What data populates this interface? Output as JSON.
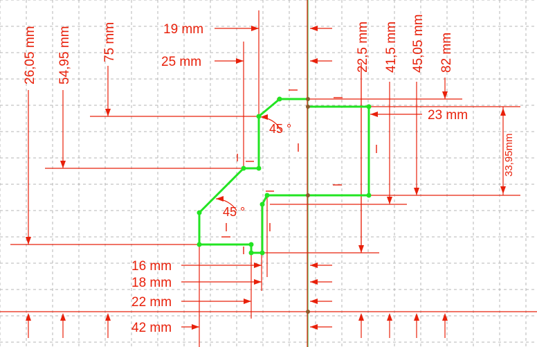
{
  "colors": {
    "dimension": "#e8200a",
    "sketch": "#22e422",
    "grid": "#b4b4b4",
    "axis": "#4ab34a",
    "background": "#ffffff",
    "origin": "#8b5a2b"
  },
  "left_labels": {
    "d19": "19 mm",
    "d25": "25 mm",
    "d16": "16 mm",
    "d18": "18 mm",
    "d22": "22 mm",
    "d42": "42 mm"
  },
  "vertical_labels": {
    "d26_05": "26,05 mm",
    "d54_95": "54,95 mm",
    "d75": "75 mm",
    "d22_5": "22,5 mm",
    "d41_5": "41,5 mm",
    "d45_05": "45,05 mm",
    "d82": "82 mm"
  },
  "right_labels": {
    "d23": "23 mm",
    "d33_95": "33,95mm"
  },
  "angles": {
    "upper": "45 °",
    "lower": "45 °"
  }
}
